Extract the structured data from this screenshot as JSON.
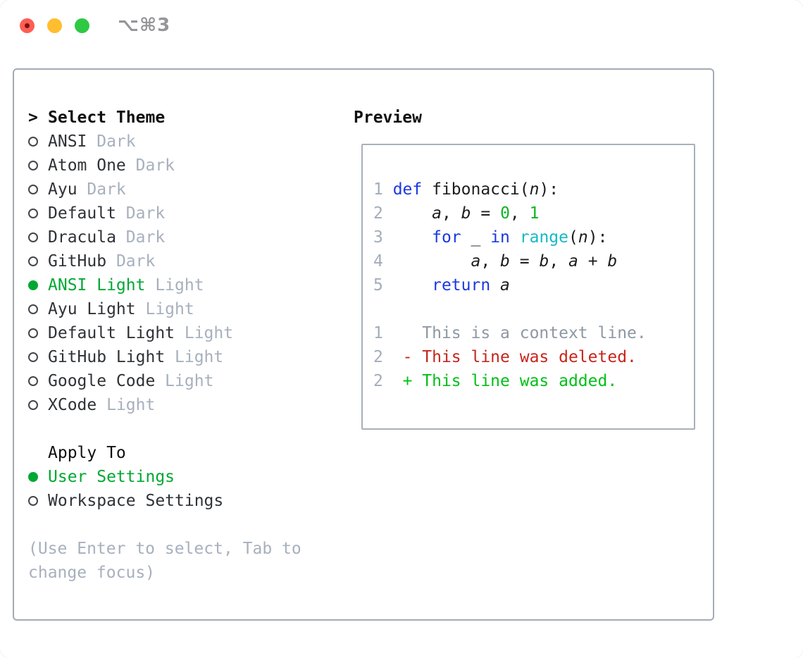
{
  "window": {
    "title": "⌥⌘3",
    "traffic_lights": [
      "close",
      "minimize",
      "zoom"
    ]
  },
  "theme_selector": {
    "header_marker": ">",
    "header": "Select Theme",
    "themes": [
      {
        "name": "ANSI",
        "variant": "Dark",
        "selected": false
      },
      {
        "name": "Atom One",
        "variant": "Dark",
        "selected": false
      },
      {
        "name": "Ayu",
        "variant": "Dark",
        "selected": false
      },
      {
        "name": "Default",
        "variant": "Dark",
        "selected": false
      },
      {
        "name": "Dracula",
        "variant": "Dark",
        "selected": false
      },
      {
        "name": "GitHub",
        "variant": "Dark",
        "selected": false
      },
      {
        "name": "ANSI Light",
        "variant": "Light",
        "selected": true
      },
      {
        "name": "Ayu Light",
        "variant": "Light",
        "selected": false
      },
      {
        "name": "Default Light",
        "variant": "Light",
        "selected": false
      },
      {
        "name": "GitHub Light",
        "variant": "Light",
        "selected": false
      },
      {
        "name": "Google Code",
        "variant": "Light",
        "selected": false
      },
      {
        "name": "XCode",
        "variant": "Light",
        "selected": false
      }
    ],
    "apply_to_header": "Apply To",
    "apply_to_options": [
      {
        "name": "User Settings",
        "selected": true
      },
      {
        "name": "Workspace Settings",
        "selected": false
      }
    ],
    "help_lines": [
      "(Use Enter to select, Tab to",
      "change focus)"
    ]
  },
  "preview": {
    "header": "Preview",
    "code_lines": [
      {
        "num": "1",
        "tokens": [
          {
            "t": "def",
            "c": "kw"
          },
          {
            "t": " fibonacci(",
            "c": "plain"
          },
          {
            "t": "n",
            "c": "var"
          },
          {
            "t": "):",
            "c": "plain"
          }
        ]
      },
      {
        "num": "2",
        "tokens": [
          {
            "t": "    ",
            "c": "plain"
          },
          {
            "t": "a",
            "c": "var"
          },
          {
            "t": ", ",
            "c": "plain"
          },
          {
            "t": "b",
            "c": "var"
          },
          {
            "t": " = ",
            "c": "plain"
          },
          {
            "t": "0",
            "c": "numlit"
          },
          {
            "t": ", ",
            "c": "plain"
          },
          {
            "t": "1",
            "c": "numlit"
          }
        ]
      },
      {
        "num": "3",
        "tokens": [
          {
            "t": "    ",
            "c": "plain"
          },
          {
            "t": "for",
            "c": "kw"
          },
          {
            "t": " _ ",
            "c": "plain"
          },
          {
            "t": "in",
            "c": "kw"
          },
          {
            "t": " ",
            "c": "plain"
          },
          {
            "t": "range",
            "c": "builtin"
          },
          {
            "t": "(",
            "c": "plain"
          },
          {
            "t": "n",
            "c": "var"
          },
          {
            "t": "):",
            "c": "plain"
          }
        ]
      },
      {
        "num": "4",
        "tokens": [
          {
            "t": "        ",
            "c": "plain"
          },
          {
            "t": "a",
            "c": "var"
          },
          {
            "t": ", ",
            "c": "plain"
          },
          {
            "t": "b",
            "c": "var"
          },
          {
            "t": " = ",
            "c": "plain"
          },
          {
            "t": "b",
            "c": "var"
          },
          {
            "t": ", ",
            "c": "plain"
          },
          {
            "t": "a",
            "c": "var"
          },
          {
            "t": " + ",
            "c": "plain"
          },
          {
            "t": "b",
            "c": "var"
          }
        ]
      },
      {
        "num": "5",
        "tokens": [
          {
            "t": "    ",
            "c": "plain"
          },
          {
            "t": "return",
            "c": "kw"
          },
          {
            "t": " ",
            "c": "plain"
          },
          {
            "t": "a",
            "c": "var"
          }
        ]
      }
    ],
    "diff_lines": [
      {
        "num": "1",
        "tokens": [
          {
            "t": "   This is a context line.",
            "c": "ctx"
          }
        ]
      },
      {
        "num": "2",
        "tokens": [
          {
            "t": " ",
            "c": "plain"
          },
          {
            "t": "- This line was deleted.",
            "c": "del"
          }
        ]
      },
      {
        "num": "2",
        "tokens": [
          {
            "t": " ",
            "c": "plain"
          },
          {
            "t": "+ This line was added.",
            "c": "add"
          }
        ]
      }
    ]
  },
  "colors": {
    "accent_green": "#00a832",
    "keyword_blue": "#1b38e2",
    "builtin_cyan": "#16b9c5",
    "number_green": "#0cb522",
    "deleted_red": "#c5261b",
    "added_green": "#00c017",
    "context_gray": "#8e98a3",
    "muted_gray": "#a7b0bd",
    "line_number_gray": "#a3adba",
    "border_gray": "#a4abb6",
    "title_gray": "#95959a",
    "light_red": "#ff5d55",
    "light_yellow": "#ffbe2f",
    "light_green": "#2ec943"
  }
}
